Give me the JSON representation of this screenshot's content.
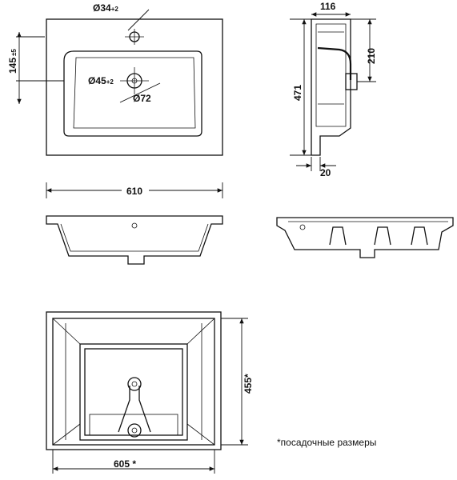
{
  "dimensions": {
    "tap_hole": "Ø34",
    "tap_hole_tol": "+2",
    "offset": "145",
    "offset_tol": "±5",
    "drain_hole": "Ø45",
    "drain_hole_tol": "+2",
    "drain_outer": "Ø72",
    "depth_top": "116",
    "height": "471",
    "siphon_height": "210",
    "wall_gap": "20",
    "width": "610",
    "mount_depth": "455*",
    "mount_width": "605 *"
  },
  "note": "*посадочные размеры"
}
